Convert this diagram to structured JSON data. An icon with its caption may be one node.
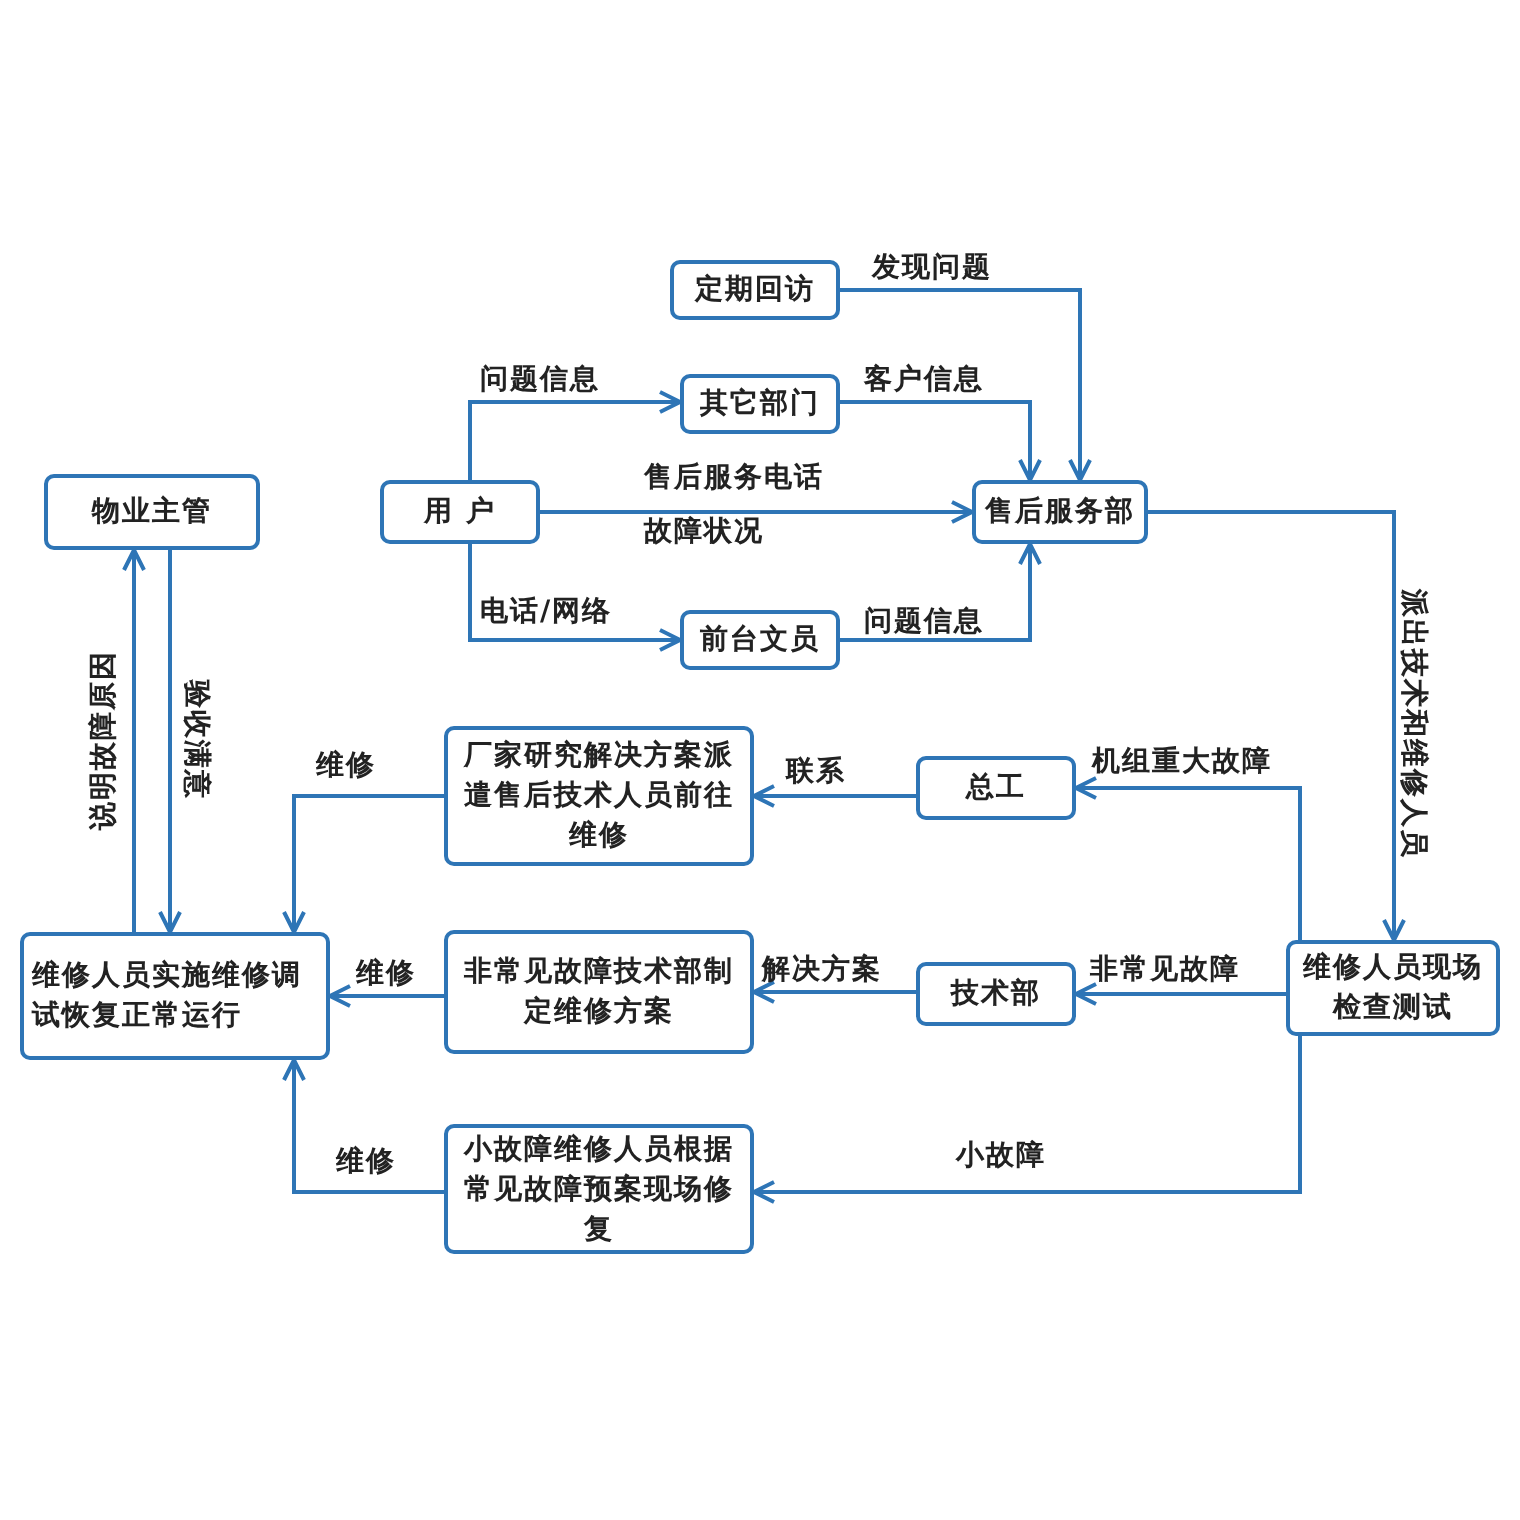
{
  "diagram": {
    "nodes": [
      {
        "text": [
          "定期回访"
        ]
      },
      {
        "text": [
          "用 户"
        ]
      },
      {
        "text": [
          "其它部门"
        ]
      },
      {
        "text": [
          "售后服务部"
        ]
      },
      {
        "text": [
          "前台文员"
        ]
      },
      {
        "text": [
          "物业主管"
        ]
      },
      {
        "text": [
          "维修人员现场检查测试"
        ]
      },
      {
        "text": [
          "总工"
        ]
      },
      {
        "text": [
          "厂家研究解决方案派遣售后技术人员前往维修"
        ]
      },
      {
        "text": [
          "技术部"
        ]
      },
      {
        "text": [
          "非常见故障技术部制定维修方案"
        ]
      },
      {
        "text": [
          "小故障维修人员根据常见故障预案现场修复"
        ]
      },
      {
        "text": [
          "维修人员实施维修调试恢复正常运行"
        ]
      }
    ],
    "edges": [
      {
        "from": 0,
        "to": 3,
        "arrow": "to",
        "label": "发现问题"
      },
      {
        "from": 1,
        "to": 2,
        "arrow": "to",
        "label": "问题信息"
      },
      {
        "from": 2,
        "to": 3,
        "arrow": "to",
        "label": "客户信息"
      },
      {
        "from": 1,
        "to": 3,
        "arrow": "to",
        "label": "售后服务电话"
      },
      {
        "from": 1,
        "to": 4,
        "arrow": "to",
        "label": "电话/网络"
      },
      {
        "from": 4,
        "to": 3,
        "arrow": "to",
        "label": "问题信息"
      },
      {
        "from": 3,
        "to": 6,
        "arrow": "to",
        "label": "派出技术和维修人员"
      },
      {
        "from": 6,
        "to": 7,
        "arrow": "to",
        "label": "机组重大故障"
      },
      {
        "from": 7,
        "to": 8,
        "arrow": "to",
        "label": "联系"
      },
      {
        "from": 8,
        "to": 12,
        "arrow": "to",
        "label": "维修"
      },
      {
        "from": 6,
        "to": 9,
        "arrow": "to",
        "label": "非常见故障"
      },
      {
        "from": 9,
        "to": 10,
        "arrow": "to",
        "label": "解决方案"
      },
      {
        "from": 10,
        "to": 12,
        "arrow": "to",
        "label": "维修"
      },
      {
        "from": 6,
        "to": 11,
        "arrow": "to",
        "label": "小故障"
      },
      {
        "from": 11,
        "to": 12,
        "arrow": "to",
        "label": "维修"
      },
      {
        "from": 12,
        "to": 5,
        "arrow": "to",
        "label": "说明故障原因"
      },
      {
        "from": 5,
        "to": 12,
        "arrow": "to",
        "label": "验收满意"
      }
    ],
    "labels": [
      "故障状况"
    ]
  }
}
